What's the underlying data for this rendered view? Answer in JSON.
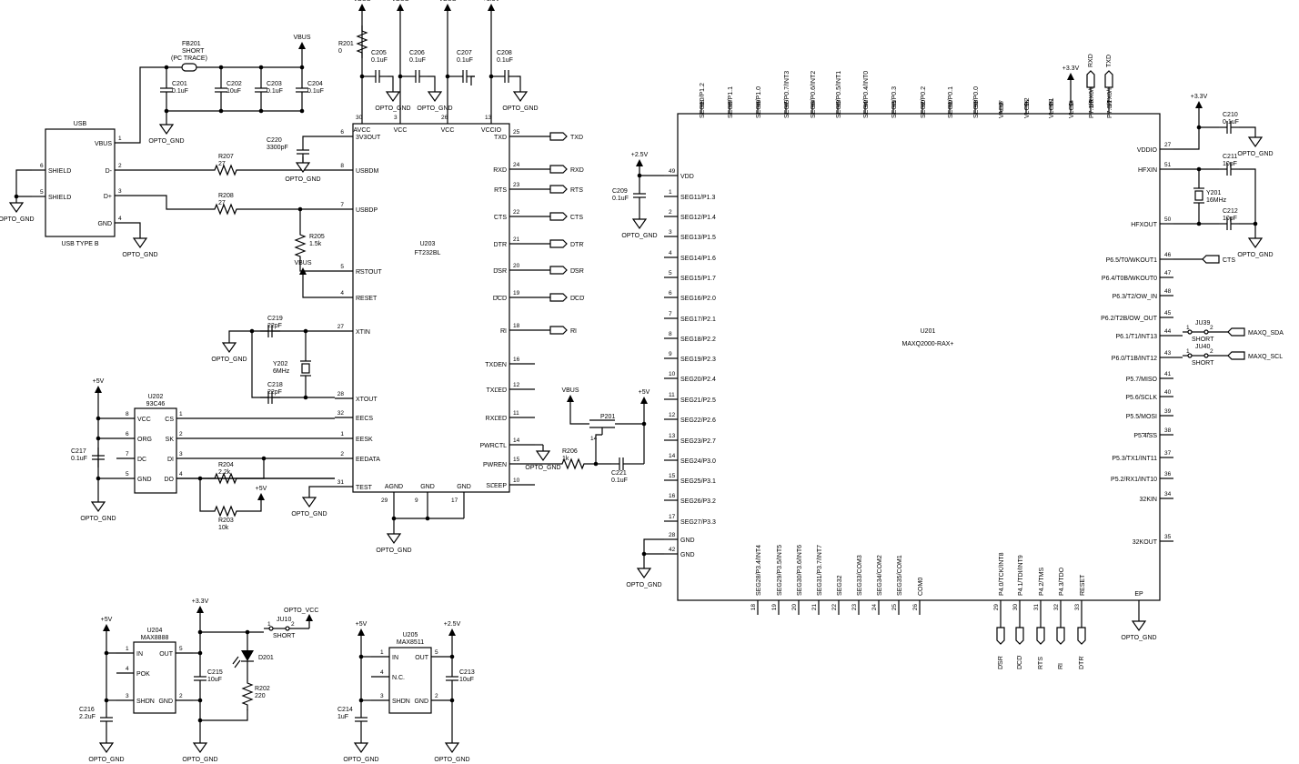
{
  "usb": {
    "title": "USB",
    "part": "USB TYPE B",
    "pins": [
      {
        "n": "1",
        "name": "VBUS"
      },
      {
        "n": "2",
        "name": "D-"
      },
      {
        "n": "3",
        "name": "D+"
      },
      {
        "n": "4",
        "name": "GND"
      },
      {
        "n": "5",
        "name": "SHIELD"
      },
      {
        "n": "6",
        "name": "SHIELD"
      }
    ]
  },
  "ftdi": {
    "ref": "U203",
    "part": "FT232BL",
    "top": [
      {
        "n": "30",
        "name": "AVCC"
      },
      {
        "n": "3",
        "name": "VCC"
      },
      {
        "n": "26",
        "name": "VCC"
      },
      {
        "n": "13",
        "name": "VCCIO"
      }
    ],
    "left": [
      {
        "n": "6",
        "name": "3V3OUT"
      },
      {
        "n": "8",
        "name": "USBDM"
      },
      {
        "n": "7",
        "name": "USBDP"
      },
      {
        "n": "5",
        "name": "RSTOUT"
      },
      {
        "n": "4",
        "name": "RESET"
      },
      {
        "n": "27",
        "name": "XTIN"
      },
      {
        "n": "28",
        "name": "XTOUT"
      },
      {
        "n": "32",
        "name": "EECS"
      },
      {
        "n": "1",
        "name": "EESK"
      },
      {
        "n": "2",
        "name": "EEDATA"
      },
      {
        "n": "31",
        "name": "TEST"
      }
    ],
    "right": [
      {
        "n": "25",
        "name": "TXD"
      },
      {
        "n": "24",
        "name": "RXD"
      },
      {
        "n": "23",
        "name": "RTS"
      },
      {
        "n": "22",
        "name": "CTS"
      },
      {
        "n": "21",
        "name": "DTR"
      },
      {
        "n": "20",
        "name": "DSR"
      },
      {
        "n": "19",
        "name": "DCD"
      },
      {
        "n": "18",
        "name": "RI"
      },
      {
        "n": "16",
        "name": "TXDEN"
      },
      {
        "n": "12",
        "name": "TXLED"
      },
      {
        "n": "11",
        "name": "RXLED"
      },
      {
        "n": "14",
        "name": "PWRCTL"
      },
      {
        "n": "15",
        "name": "PWREN"
      },
      {
        "n": "10",
        "name": "SLEEP"
      }
    ],
    "bottom": [
      {
        "n": "29",
        "name": "AGND"
      },
      {
        "n": "9",
        "name": "GND"
      },
      {
        "n": "17",
        "name": "GND"
      }
    ]
  },
  "maxq": {
    "ref": "U201",
    "part": "MAXQ2000-RAX+",
    "top": [
      {
        "n": "68",
        "name": "SEG10/P1.2"
      },
      {
        "n": "67",
        "name": "SEG9/P1.1"
      },
      {
        "n": "66",
        "name": "SEG8/P1.0"
      },
      {
        "n": "65",
        "name": "SEG7/P0.7/INT3"
      },
      {
        "n": "64",
        "name": "SEG6/P0.6/INT2"
      },
      {
        "n": "63",
        "name": "SEG5/P0.5/INT1"
      },
      {
        "n": "62",
        "name": "SEG4/P0.4/INT0"
      },
      {
        "n": "61",
        "name": "SEG3/P0.3"
      },
      {
        "n": "60",
        "name": "SEG2/P0.2"
      },
      {
        "n": "59",
        "name": "SEG1/P0.1"
      },
      {
        "n": "58",
        "name": "SEG0/P0.0"
      },
      {
        "n": "57",
        "name": "VADJ"
      },
      {
        "n": "56",
        "name": "VLCD2"
      },
      {
        "n": "55",
        "name": "VLCD1"
      },
      {
        "n": "54",
        "name": "VLCD"
      },
      {
        "n": "53",
        "name": "P7.1/RX0/INT15"
      },
      {
        "n": "52",
        "name": "P7.0/TX0/INT14"
      }
    ],
    "left": [
      {
        "n": "49",
        "name": "VDD"
      },
      {
        "n": "1",
        "name": "SEG11/P1.3"
      },
      {
        "n": "2",
        "name": "SEG12/P1.4"
      },
      {
        "n": "3",
        "name": "SEG13/P1.5"
      },
      {
        "n": "4",
        "name": "SEG14/P1.6"
      },
      {
        "n": "5",
        "name": "SEG15/P1.7"
      },
      {
        "n": "6",
        "name": "SEG16/P2.0"
      },
      {
        "n": "7",
        "name": "SEG17/P2.1"
      },
      {
        "n": "8",
        "name": "SEG18/P2.2"
      },
      {
        "n": "9",
        "name": "SEG19/P2.3"
      },
      {
        "n": "10",
        "name": "SEG20/P2.4"
      },
      {
        "n": "11",
        "name": "SEG21/P2.5"
      },
      {
        "n": "12",
        "name": "SEG22/P2.6"
      },
      {
        "n": "13",
        "name": "SEG23/P2.7"
      },
      {
        "n": "14",
        "name": "SEG24/P3.0"
      },
      {
        "n": "15",
        "name": "SEG25/P3.1"
      },
      {
        "n": "16",
        "name": "SEG26/P3.2"
      },
      {
        "n": "17",
        "name": "SEG27/P3.3"
      },
      {
        "n": "28",
        "name": "GND"
      },
      {
        "n": "42",
        "name": "GND"
      }
    ],
    "right": [
      {
        "n": "27",
        "name": "VDDIO"
      },
      {
        "n": "51",
        "name": "HFXIN"
      },
      {
        "n": "50",
        "name": "HFXOUT"
      },
      {
        "n": "46",
        "name": "P6.5/T0/WKOUT1"
      },
      {
        "n": "47",
        "name": "P6.4/T0B/WKOUT0"
      },
      {
        "n": "48",
        "name": "P6.3/T2/OW_IN"
      },
      {
        "n": "45",
        "name": "P6.2/T2B/OW_OUT"
      },
      {
        "n": "44",
        "name": "P6.1/T1/INT13"
      },
      {
        "n": "43",
        "name": "P6.0/T1B/INT12"
      },
      {
        "n": "41",
        "name": "P5.7/MISO"
      },
      {
        "n": "40",
        "name": "P5.6/SCLK"
      },
      {
        "n": "39",
        "name": "P5.5/MOSI"
      },
      {
        "n": "38",
        "name": "P5.4/SS"
      },
      {
        "n": "37",
        "name": "P5.3/TX1/INT11"
      },
      {
        "n": "36",
        "name": "P5.2/RX1/INT10"
      },
      {
        "n": "34",
        "name": "32KIN"
      },
      {
        "n": "35",
        "name": "32KOUT"
      }
    ],
    "bottom": [
      {
        "n": "18",
        "name": "SEG28/P3.4/INT4"
      },
      {
        "n": "19",
        "name": "SEG29/P3.5/INT5"
      },
      {
        "n": "20",
        "name": "SEG30/P3.6/INT6"
      },
      {
        "n": "21",
        "name": "SEG31/P3.7/INT7"
      },
      {
        "n": "22",
        "name": "SEG32"
      },
      {
        "n": "23",
        "name": "SEG33/COM3"
      },
      {
        "n": "24",
        "name": "SEG34/COM2"
      },
      {
        "n": "25",
        "name": "SEG35/COM1"
      },
      {
        "n": "26",
        "name": "COM0"
      },
      {
        "n": "29",
        "name": "P4.0/TCK/INT8"
      },
      {
        "n": "30",
        "name": "P4.1/TDI/INT9"
      },
      {
        "n": "31",
        "name": "P4.2/TMS"
      },
      {
        "n": "32",
        "name": "P4.3/TDO"
      },
      {
        "n": "33",
        "name": "RESET"
      }
    ],
    "ep": "EP"
  },
  "eeprom": {
    "ref": "U202",
    "part": "93C46",
    "left": [
      {
        "n": "8",
        "name": "VCC"
      },
      {
        "n": "6",
        "name": "ORG"
      },
      {
        "n": "7",
        "name": "DC"
      },
      {
        "n": "5",
        "name": "GND"
      }
    ],
    "right": [
      {
        "n": "1",
        "name": "CS"
      },
      {
        "n": "2",
        "name": "SK"
      },
      {
        "n": "3",
        "name": "DI"
      },
      {
        "n": "4",
        "name": "DO"
      }
    ]
  },
  "reg1": {
    "ref": "U204",
    "part": "MAX8888",
    "left": [
      {
        "n": "1",
        "name": "IN"
      },
      {
        "n": "4",
        "name": "POK"
      },
      {
        "n": "3",
        "name": "SHDN"
      }
    ],
    "right": [
      {
        "n": "5",
        "name": "OUT"
      },
      {
        "n": "2",
        "name": "GND"
      }
    ]
  },
  "reg2": {
    "ref": "U205",
    "part": "MAX8511",
    "left": [
      {
        "n": "1",
        "name": "IN"
      },
      {
        "n": "4",
        "name": "N.C."
      },
      {
        "n": "3",
        "name": "SHDN"
      }
    ],
    "right": [
      {
        "n": "5",
        "name": "OUT"
      },
      {
        "n": "2",
        "name": "GND"
      }
    ]
  },
  "fb": {
    "ref": "FB201",
    "l1": "SHORT",
    "l2": "(PC TRACE)"
  },
  "caps": {
    "C201": [
      "C201",
      "0.1uF"
    ],
    "C202": [
      "C202",
      "10uF"
    ],
    "C203": [
      "C203",
      "0.1uF"
    ],
    "C204": [
      "C204",
      "0.1uF"
    ],
    "C205": [
      "C205",
      "0.1uF"
    ],
    "C206": [
      "C206",
      "0.1uF"
    ],
    "C207": [
      "C207",
      "0.1uF"
    ],
    "C208": [
      "C208",
      "0.1uF"
    ],
    "C209": [
      "C209",
      "0.1uF"
    ],
    "C210": [
      "C210",
      "0.1uF"
    ],
    "C211": [
      "C211",
      "10pF"
    ],
    "C212": [
      "C212",
      "10pF"
    ],
    "C213": [
      "C213",
      "10uF"
    ],
    "C214": [
      "C214",
      "1uF"
    ],
    "C215": [
      "C215",
      "10uF"
    ],
    "C216": [
      "C216",
      "2.2uF"
    ],
    "C217": [
      "C217",
      "0.1uF"
    ],
    "C218": [
      "C218",
      "22pF"
    ],
    "C219": [
      "C219",
      "22pF"
    ],
    "C220": [
      "C220",
      "3300pF"
    ],
    "C221": [
      "C221",
      "0.1uF"
    ]
  },
  "res": {
    "R201": [
      "R201",
      "0"
    ],
    "R202": [
      "R202",
      "220"
    ],
    "R203": [
      "R203",
      "10k"
    ],
    "R204": [
      "R204",
      "2.2k"
    ],
    "R205": [
      "R205",
      "1.5k"
    ],
    "R206": [
      "R206",
      "1k"
    ],
    "R207": [
      "R207",
      "27"
    ],
    "R208": [
      "R208",
      "27"
    ]
  },
  "xtal": {
    "Y201": [
      "Y201",
      "16MHz"
    ],
    "Y202": [
      "Y202",
      "6MHz"
    ]
  },
  "jumpers": {
    "JU10": [
      "JU10",
      "SHORT"
    ],
    "JU39": [
      "JU39",
      "SHORT"
    ],
    "JU40": [
      "JU40",
      "SHORT"
    ]
  },
  "misc": {
    "P201": "P201",
    "D201": "D201"
  },
  "nets": {
    "vbus": "VBUS",
    "v33": "+3.3V",
    "v5": "+5V",
    "v25": "+2.5V",
    "gnd": "OPTO_GND",
    "optovcc": "OPTO_VCC",
    "txd": "TXD",
    "rxd": "RXD",
    "rts": "RTS",
    "cts": "CTS",
    "dtr": "DTR",
    "dsr": "DSR",
    "dcd": "DCD",
    "ri": "RI",
    "sda": "MAXQ_SDA",
    "scl": "MAXQ_SCL"
  }
}
